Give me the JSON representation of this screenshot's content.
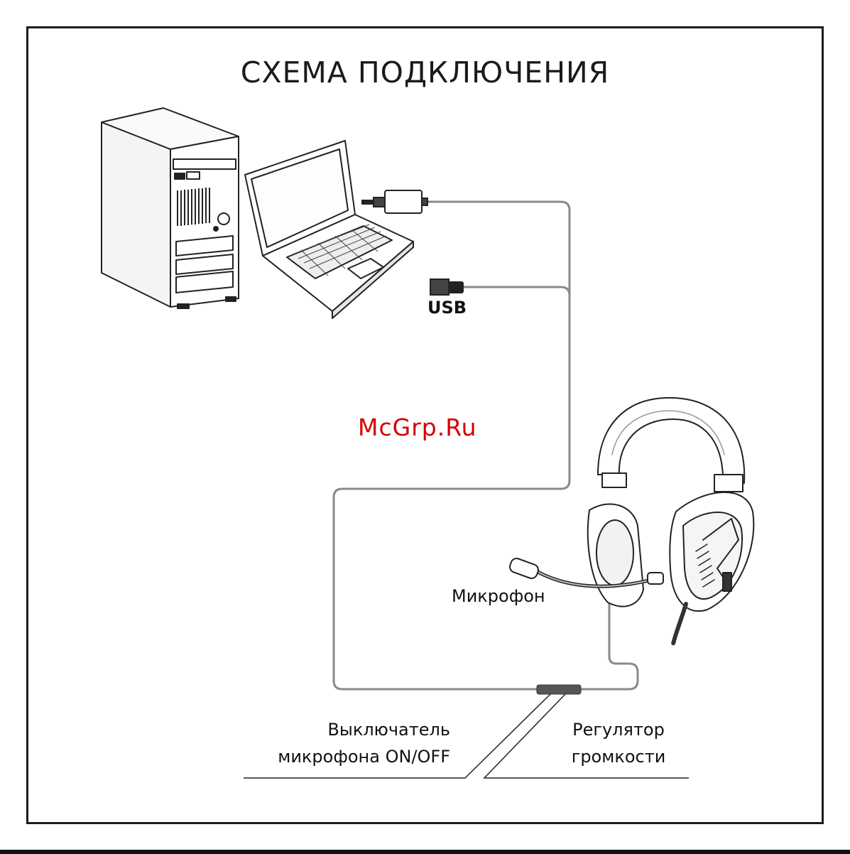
{
  "title": "СХЕМА ПОДКЛЮЧЕНИЯ",
  "labels": {
    "usb": "USB",
    "microphone": "Микрофон",
    "mic_switch_line1": "Выключатель",
    "mic_switch_line2": "микрофона ON/OFF",
    "volume_line1": "Регулятор",
    "volume_line2": "громкости"
  },
  "watermark": "McGrp.Ru",
  "colors": {
    "ink": "#1a1a1a",
    "cable": "#8a8a8a",
    "watermark": "#d60000"
  }
}
